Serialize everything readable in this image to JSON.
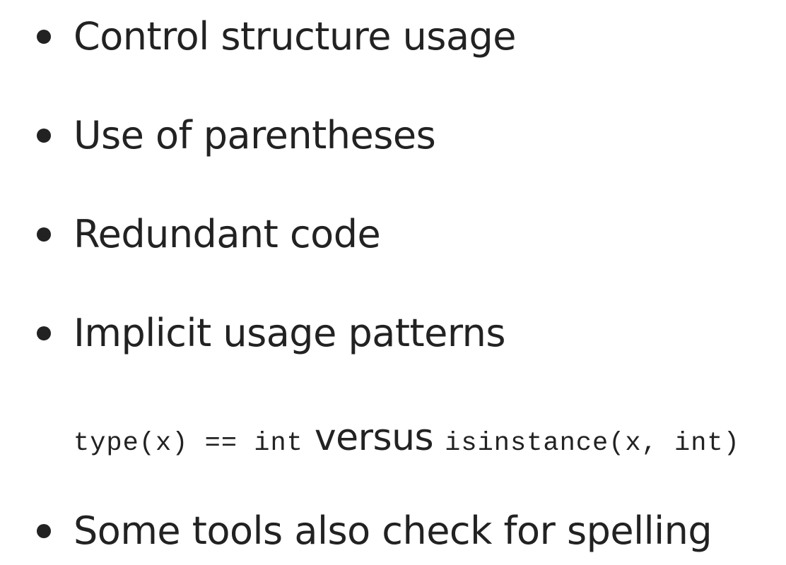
{
  "bullets": [
    "Control structure usage",
    "Use of parentheses",
    "Redundant code",
    "Implicit usage patterns",
    "Some tools also check for spelling"
  ],
  "example": {
    "left_code": "type(x) == int",
    "joiner": "versus",
    "right_code": "isinstance(x, int)"
  }
}
